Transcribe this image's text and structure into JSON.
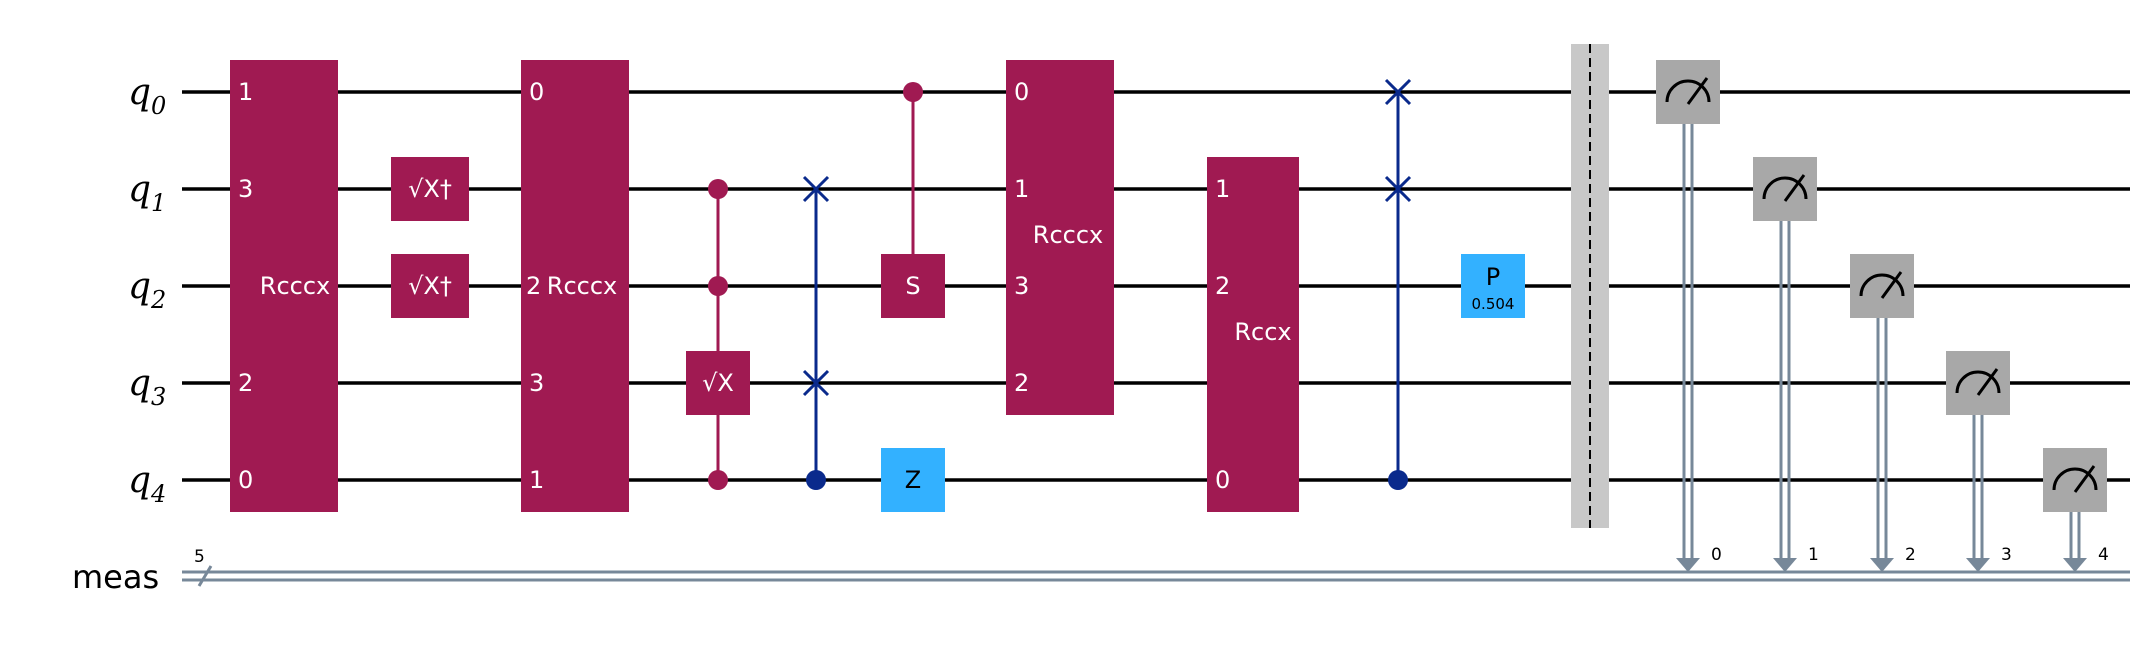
{
  "registers": {
    "qubits": [
      {
        "letter": "q",
        "index": "0"
      },
      {
        "letter": "q",
        "index": "1"
      },
      {
        "letter": "q",
        "index": "2"
      },
      {
        "letter": "q",
        "index": "3"
      },
      {
        "letter": "q",
        "index": "4"
      }
    ],
    "classical": {
      "name": "meas",
      "width": "5"
    }
  },
  "gates": {
    "rcccx1": {
      "label": "Rcccx",
      "pins": [
        "1",
        "3",
        "2",
        "0"
      ]
    },
    "sxdg": {
      "label": "√X†"
    },
    "rcccx2": {
      "label": "Rcccx",
      "pins": [
        "0",
        "2",
        "3",
        "1"
      ]
    },
    "csx": {
      "label": "√X"
    },
    "cs": {
      "label": "S"
    },
    "z": {
      "label": "Z"
    },
    "rcccx3": {
      "label": "Rcccx",
      "pins": [
        "0",
        "1",
        "3",
        "2"
      ]
    },
    "rccx": {
      "label": "Rccx",
      "pins": [
        "1",
        "2",
        "0"
      ]
    },
    "p": {
      "label": "P",
      "param": "0.504"
    }
  },
  "measure_bits": [
    "0",
    "1",
    "2",
    "3",
    "4"
  ],
  "colors": {
    "multi_gate": "#a01a52",
    "swap": "#0a2a8c",
    "single_gate": "#33b1ff",
    "measure": "#a8a8a8",
    "classical_wire": "#778899",
    "barrier": "#c8c8c8"
  }
}
